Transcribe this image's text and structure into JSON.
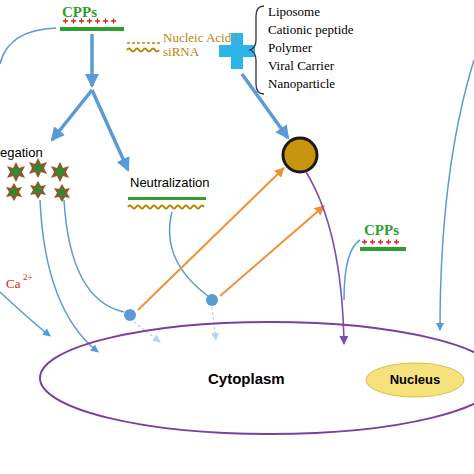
{
  "diagram": {
    "nodes": [
      {
        "text": [
          "Cytoplasm"
        ]
      },
      {
        "text": [
          "Nucleus"
        ],
        "in": 0
      }
    ],
    "labels": [
      "CPPs",
      "Nucleic Acid / siRNA",
      "egation",
      "Neutralization",
      "Ca",
      "2+",
      "Liposome",
      "Cationic peptide",
      "Polymer",
      "Viral Carrier",
      "Nanoparticle",
      "CPPs"
    ]
  }
}
